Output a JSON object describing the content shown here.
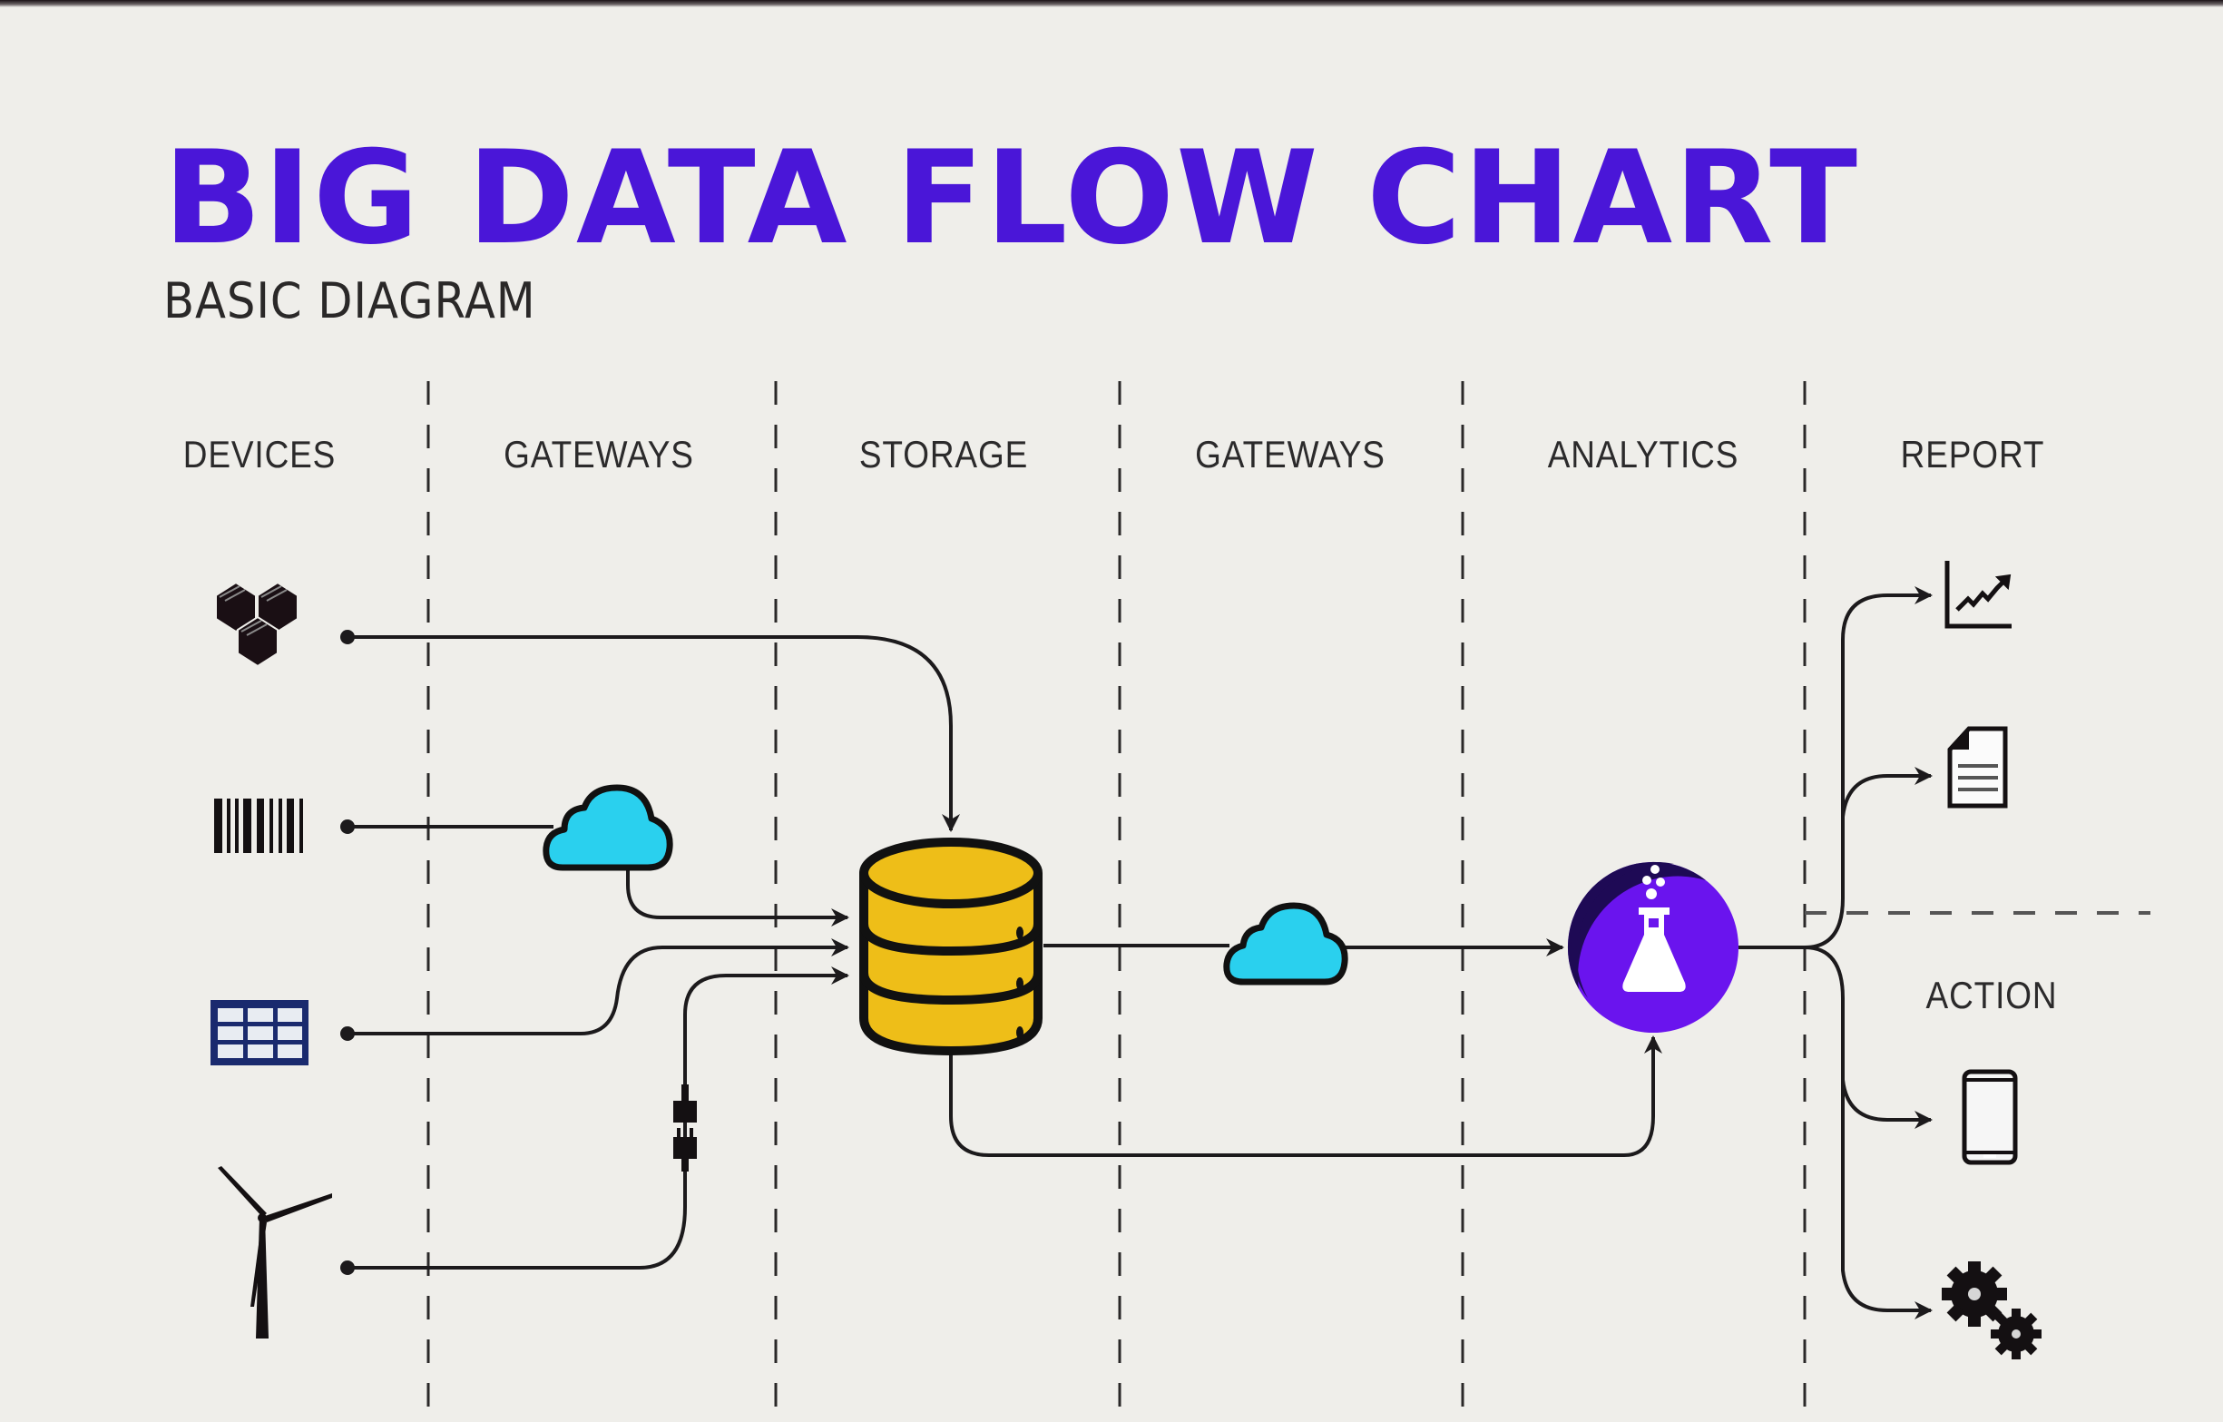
{
  "title": "BIG DATA FLOW CHART",
  "subtitle": "BASIC DIAGRAM",
  "colors": {
    "title": "#4a16d8",
    "background": "#efeeea",
    "cloud": "#2ad0ee",
    "database": "#eebe18",
    "analytics_circle": "#6a14ee",
    "analytics_circle_shadow": "#1e0a55",
    "devices_table": "#1a2a6e",
    "line": "#1c1a1c"
  },
  "columns": [
    {
      "label": "DEVICES"
    },
    {
      "label": "GATEWAYS"
    },
    {
      "label": "STORAGE"
    },
    {
      "label": "GATEWAYS"
    },
    {
      "label": "ANALYTICS"
    },
    {
      "label": "REPORT"
    }
  ],
  "action_label": "ACTION",
  "devices": [
    {
      "icon": "boxes-icon"
    },
    {
      "icon": "barcode-icon"
    },
    {
      "icon": "table-grid-icon"
    },
    {
      "icon": "wind-turbine-icon"
    }
  ],
  "gateway_nodes": [
    {
      "icon": "cloud-icon",
      "column": "GATEWAYS"
    },
    {
      "icon": "plug-connector-icon",
      "column": "GATEWAYS"
    }
  ],
  "storage_node": {
    "icon": "database-icon"
  },
  "gateway2_node": {
    "icon": "cloud-icon"
  },
  "analytics_node": {
    "icon": "flask-icon"
  },
  "report_outputs": [
    {
      "icon": "line-chart-icon"
    },
    {
      "icon": "document-icon"
    }
  ],
  "action_outputs": [
    {
      "icon": "tablet-icon"
    },
    {
      "icon": "gears-icon"
    }
  ],
  "edges": [
    {
      "from": "boxes-icon",
      "to": "database-icon"
    },
    {
      "from": "barcode-icon",
      "to": "cloud-icon"
    },
    {
      "from": "cloud-icon",
      "to": "database-icon"
    },
    {
      "from": "table-grid-icon",
      "to": "database-icon"
    },
    {
      "from": "wind-turbine-icon",
      "to": "plug-connector-icon"
    },
    {
      "from": "plug-connector-icon",
      "to": "database-icon"
    },
    {
      "from": "database-icon",
      "to": "cloud-icon (gateways)"
    },
    {
      "from": "cloud-icon (gateways)",
      "to": "flask-icon"
    },
    {
      "from": "database-icon",
      "to": "flask-icon"
    },
    {
      "from": "flask-icon",
      "to": "line-chart-icon"
    },
    {
      "from": "flask-icon",
      "to": "document-icon"
    },
    {
      "from": "flask-icon",
      "to": "tablet-icon"
    },
    {
      "from": "flask-icon",
      "to": "gears-icon"
    }
  ]
}
